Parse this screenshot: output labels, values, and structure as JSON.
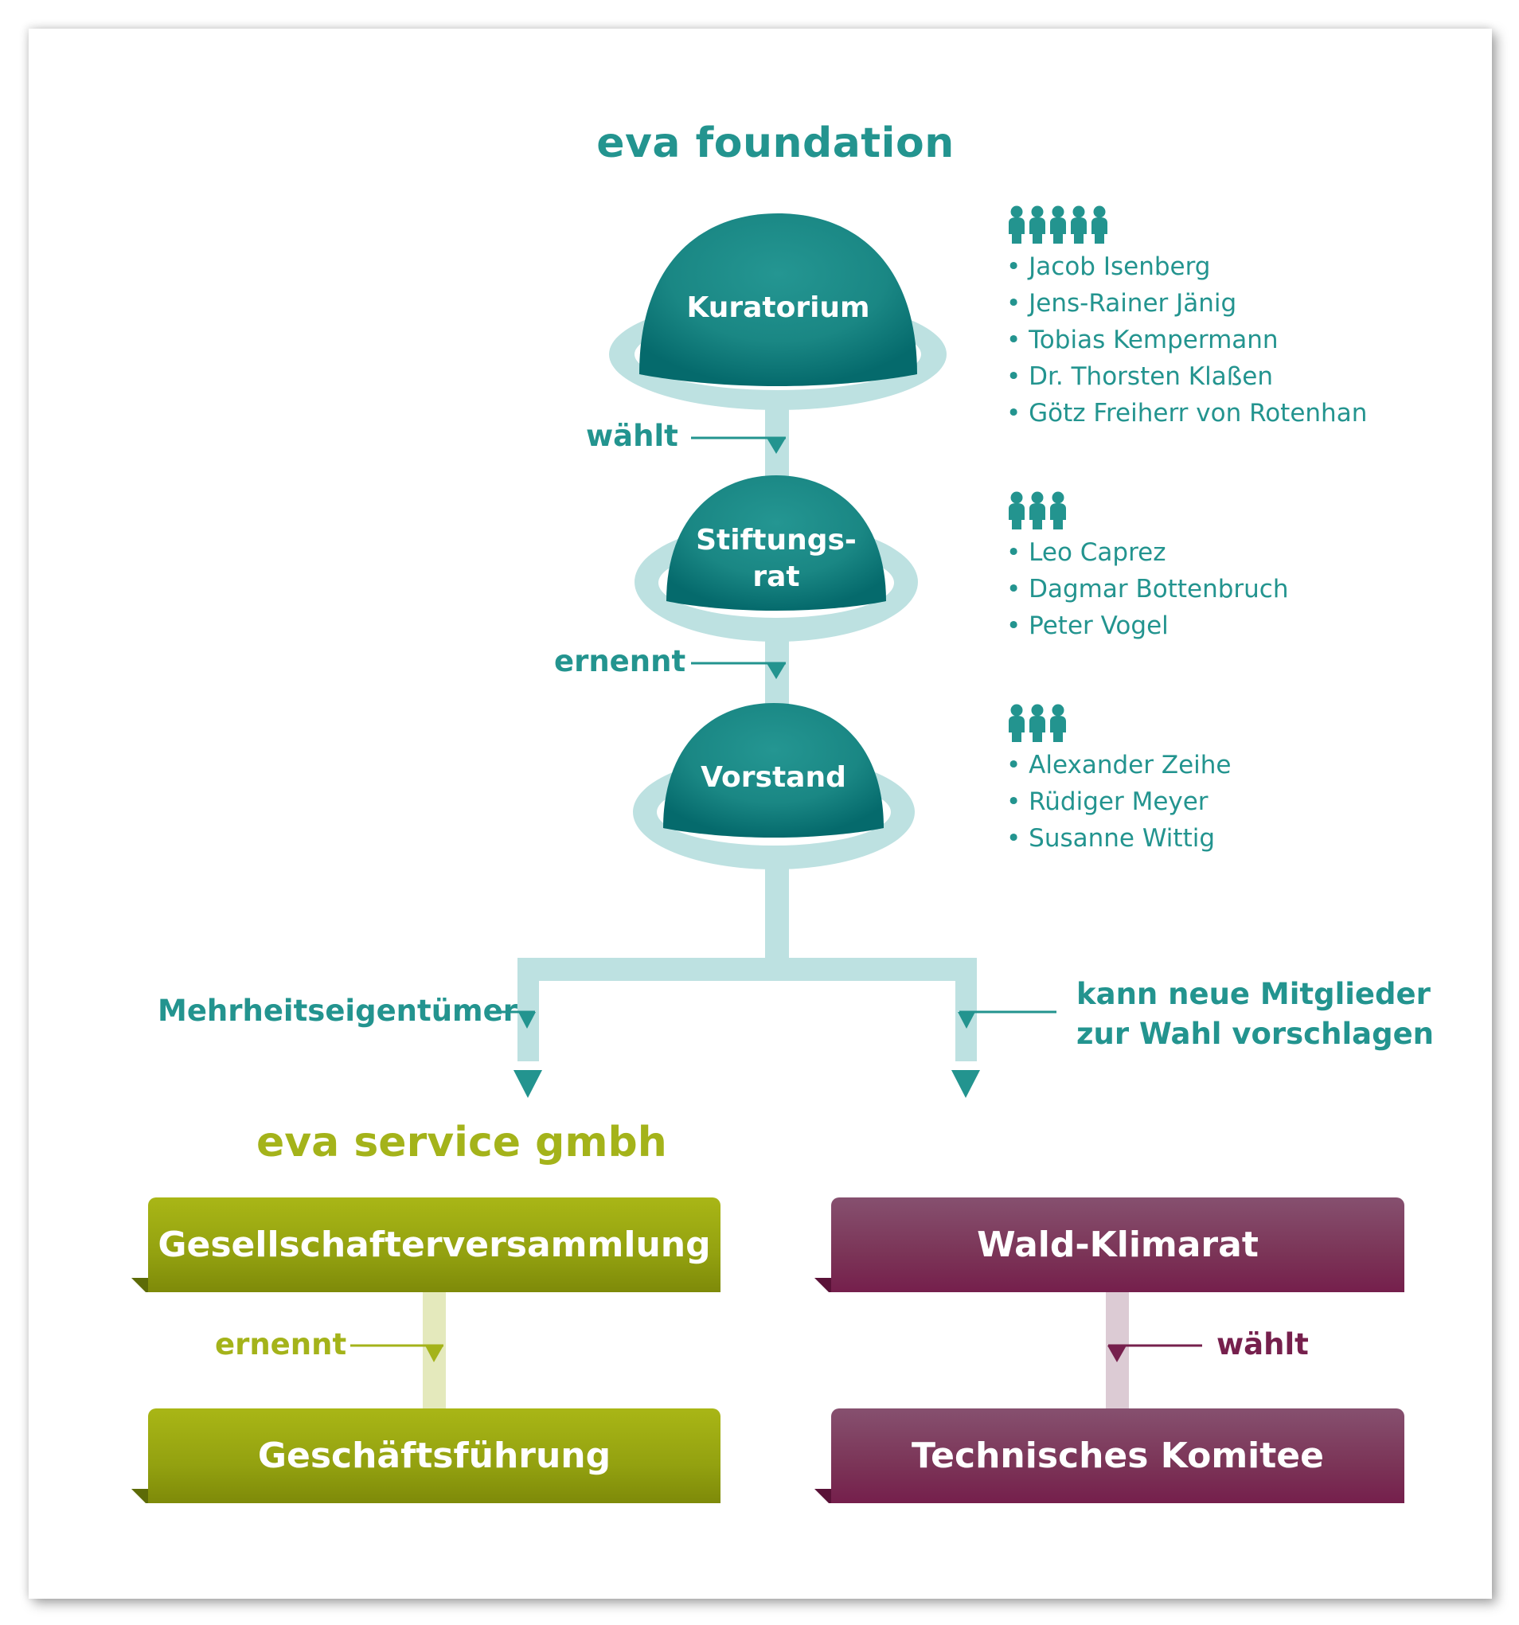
{
  "foundation": {
    "title": "eva foundation",
    "bodies": [
      {
        "name": "Kuratorium",
        "member_count": 5,
        "members": [
          "Jacob Isenberg",
          "Jens-Rainer Jänig",
          "Tobias Kempermann",
          "Dr. Thorsten Klaßen",
          "Götz Freiherr von Rotenhan"
        ]
      },
      {
        "name_line1": "Stiftungs-",
        "name_line2": "rat",
        "member_count": 3,
        "members": [
          "Leo Caprez",
          "Dagmar Bottenbruch",
          "Peter Vogel"
        ]
      },
      {
        "name": "Vorstand",
        "member_count": 3,
        "members": [
          "Alexander Zeihe",
          "Rüdiger Meyer",
          "Susanne Wittig"
        ]
      }
    ],
    "relations": {
      "kuratorium_to_stiftungsrat": "wählt",
      "stiftungsrat_to_vorstand": "ernennt",
      "vorstand_to_service": "Mehrheitseigentümer",
      "vorstand_to_klimarat_line1": "kann neue Mitglieder",
      "vorstand_to_klimarat_line2": "zur Wahl vorschlagen"
    }
  },
  "service": {
    "title": "eva service gmbh",
    "boxes": {
      "gesellschafter": "Gesellschafterversammlung",
      "geschaeftsfuehrung": "Geschäftsführung"
    },
    "relation": "ernennt"
  },
  "klimarat": {
    "boxes": {
      "klimarat": "Wald-Klimarat",
      "komitee": "Technisches Komitee"
    },
    "relation": "wählt"
  },
  "colors": {
    "teal": "#23948f",
    "teal_dark": "#0f7273",
    "ring": "#bde1e1",
    "olive": "#a4b31a",
    "olive_light": "#e4e9bc",
    "purple": "#76204d",
    "purple_light": "#dccbd4"
  }
}
